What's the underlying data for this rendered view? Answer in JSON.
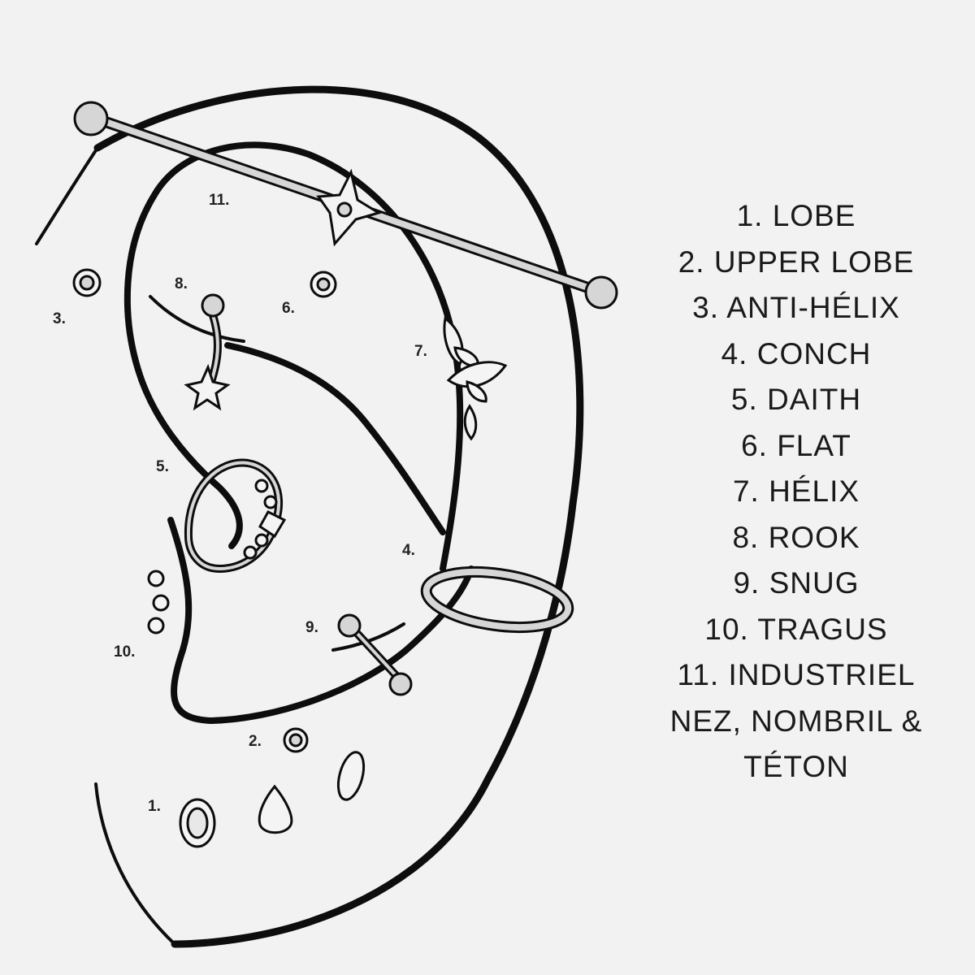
{
  "markers": [
    "1.",
    "2.",
    "3.",
    "4.",
    "5.",
    "6.",
    "7.",
    "8.",
    "9.",
    "10.",
    "11."
  ],
  "legend": [
    "1. LOBE",
    "2. UPPER LOBE",
    "3. ANTI-HÉLIX",
    "4. CONCH",
    "5. DAITH",
    "6. FLAT",
    "7. HÉLIX",
    "8. ROOK",
    "9. SNUG",
    "10. TRAGUS",
    "11. INDUSTRIEL",
    "NEZ, NOMBRIL &",
    "TÉTON"
  ],
  "colors": {
    "background": "#f2f2f2",
    "line": "#0d0d0d",
    "metal": "#d6d6d6",
    "gem": "#f4f4f4"
  }
}
